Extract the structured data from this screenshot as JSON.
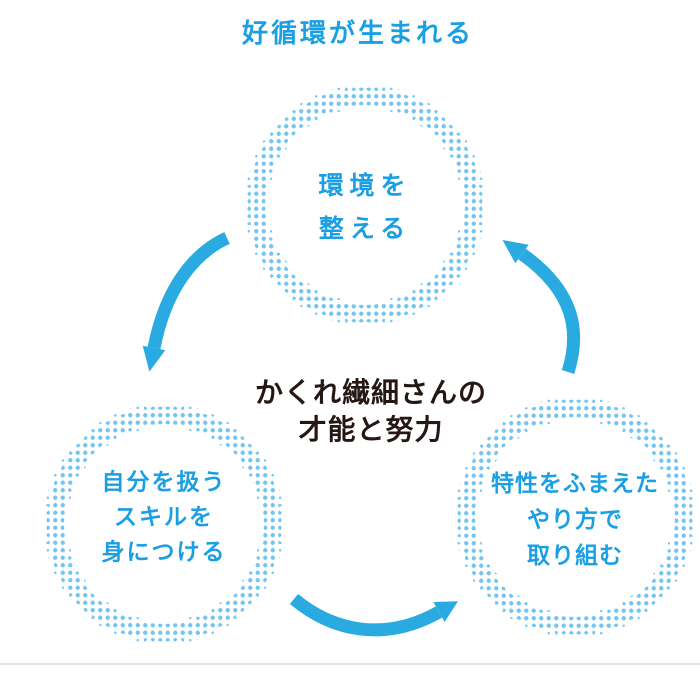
{
  "title": "好循環が生まれる",
  "center_caption": {
    "line1": "かくれ繊細さんの",
    "line2": "才能と努力"
  },
  "circles": [
    {
      "id": "environment",
      "position": "top",
      "lines": [
        "環境を",
        "整える"
      ]
    },
    {
      "id": "self-skills",
      "position": "bottom-left",
      "lines": [
        "自分を扱う",
        "スキルを",
        "身につける"
      ]
    },
    {
      "id": "approach",
      "position": "bottom-right",
      "lines": [
        "特性をふまえた",
        "やり方で",
        "取り組む"
      ]
    }
  ],
  "icons": {
    "arrows": [
      "curved-arrow-top-to-bottom-left",
      "curved-arrow-bottom-left-to-bottom-right",
      "curved-arrow-bottom-right-to-top"
    ],
    "rings": "halftone-dotted-circle"
  },
  "colors": {
    "accent_blue": "#1b9fe3",
    "arrow_blue": "#29abe2",
    "dot_blue": "#74c6f1",
    "text_dark": "#251713",
    "rule_gray": "#e4e4e4",
    "background": "#ffffff"
  }
}
